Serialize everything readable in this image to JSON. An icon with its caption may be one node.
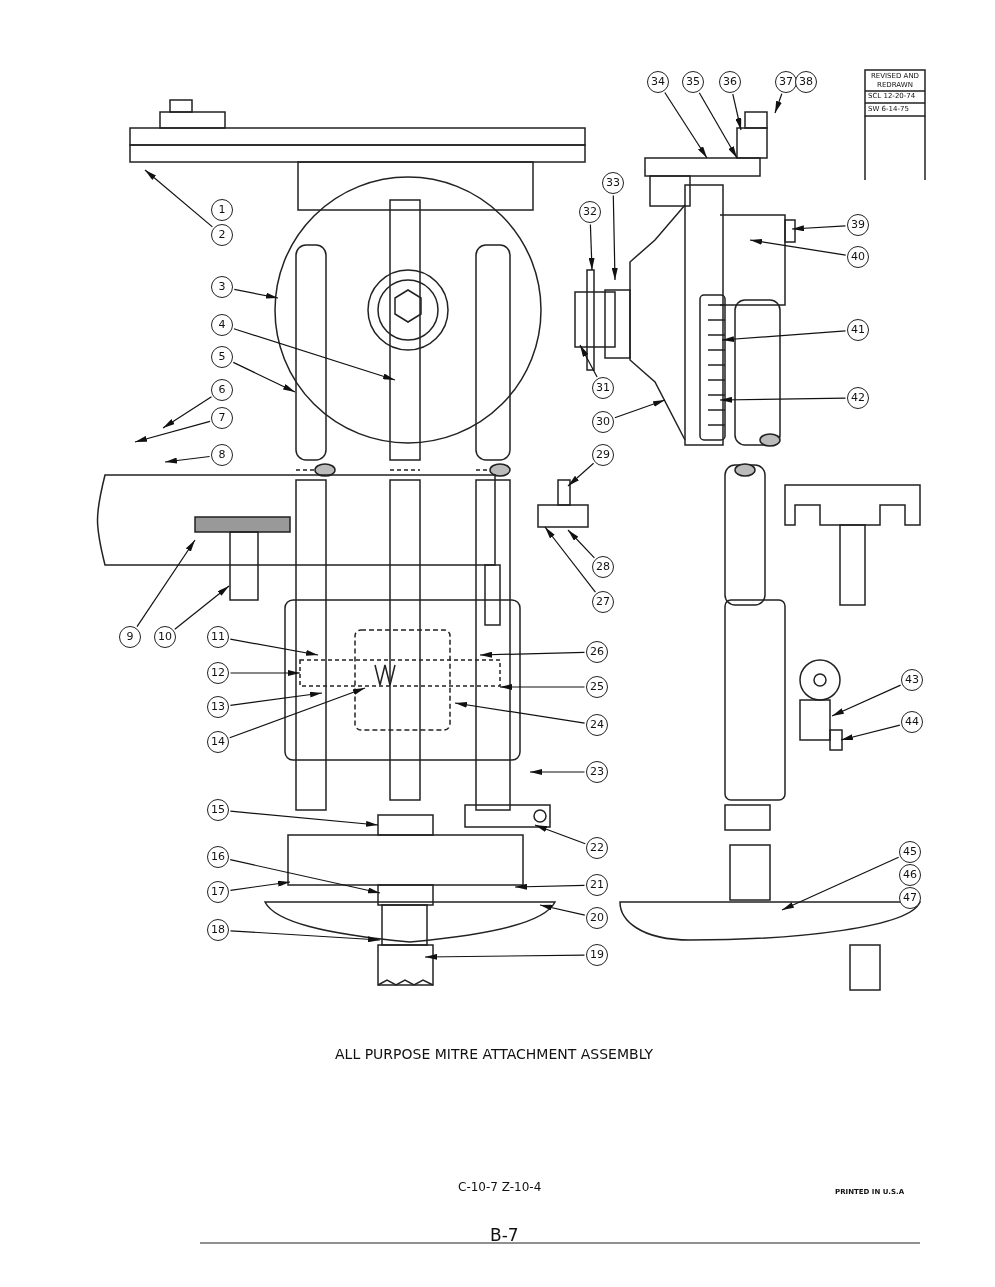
{
  "diagram": {
    "caption": "ALL PURPOSE MITRE ATTACHMENT ASSEMBLY",
    "nodes": [
      {
        "text": [
          "1"
        ]
      },
      {
        "text": [
          "2"
        ]
      },
      {
        "text": [
          "3"
        ]
      },
      {
        "text": [
          "4"
        ]
      },
      {
        "text": [
          "5"
        ]
      },
      {
        "text": [
          "6"
        ]
      },
      {
        "text": [
          "7"
        ]
      },
      {
        "text": [
          "8"
        ]
      },
      {
        "text": [
          "9"
        ]
      },
      {
        "text": [
          "10"
        ]
      },
      {
        "text": [
          "11"
        ]
      },
      {
        "text": [
          "12"
        ]
      },
      {
        "text": [
          "13"
        ]
      },
      {
        "text": [
          "14"
        ]
      },
      {
        "text": [
          "15"
        ]
      },
      {
        "text": [
          "16"
        ]
      },
      {
        "text": [
          "17"
        ]
      },
      {
        "text": [
          "18"
        ]
      },
      {
        "text": [
          "19"
        ]
      },
      {
        "text": [
          "20"
        ]
      },
      {
        "text": [
          "21"
        ]
      },
      {
        "text": [
          "22"
        ]
      },
      {
        "text": [
          "23"
        ]
      },
      {
        "text": [
          "24"
        ]
      },
      {
        "text": [
          "25"
        ]
      },
      {
        "text": [
          "26"
        ]
      },
      {
        "text": [
          "27"
        ]
      },
      {
        "text": [
          "28"
        ]
      },
      {
        "text": [
          "29"
        ]
      },
      {
        "text": [
          "30"
        ]
      },
      {
        "text": [
          "31"
        ]
      },
      {
        "text": [
          "32"
        ]
      },
      {
        "text": [
          "33"
        ]
      },
      {
        "text": [
          "34"
        ]
      },
      {
        "text": [
          "35"
        ]
      },
      {
        "text": [
          "36"
        ]
      },
      {
        "text": [
          "37"
        ]
      },
      {
        "text": [
          "38"
        ]
      },
      {
        "text": [
          "39"
        ]
      },
      {
        "text": [
          "40"
        ]
      },
      {
        "text": [
          "41"
        ]
      },
      {
        "text": [
          "42"
        ]
      },
      {
        "text": [
          "43"
        ]
      },
      {
        "text": [
          "44"
        ]
      },
      {
        "text": [
          "45"
        ]
      },
      {
        "text": [
          "46"
        ]
      },
      {
        "text": [
          "47"
        ]
      }
    ],
    "edges": [
      {
        "from": 1,
        "to": null,
        "arrow": "to"
      },
      {
        "from": 2,
        "to": null,
        "arrow": "to"
      },
      {
        "from": 3,
        "to": null,
        "arrow": "to"
      },
      {
        "from": 4,
        "to": null,
        "arrow": "to"
      },
      {
        "from": 5,
        "to": null,
        "arrow": "to"
      },
      {
        "from": 6,
        "to": null,
        "arrow": "to"
      },
      {
        "from": 7,
        "to": null,
        "arrow": "to"
      },
      {
        "from": 8,
        "to": null,
        "arrow": "to"
      },
      {
        "from": 9,
        "to": null,
        "arrow": "to"
      },
      {
        "from": 10,
        "to": null,
        "arrow": "to"
      },
      {
        "from": 11,
        "to": null,
        "arrow": "to"
      },
      {
        "from": 12,
        "to": null,
        "arrow": "to"
      },
      {
        "from": 13,
        "to": null,
        "arrow": "to"
      },
      {
        "from": 14,
        "to": null,
        "arrow": "to"
      },
      {
        "from": 15,
        "to": null,
        "arrow": "to"
      },
      {
        "from": 16,
        "to": null,
        "arrow": "to"
      },
      {
        "from": 17,
        "to": null,
        "arrow": "to"
      },
      {
        "from": 18,
        "to": null,
        "arrow": "to"
      },
      {
        "from": 19,
        "to": null,
        "arrow": "to"
      },
      {
        "from": 20,
        "to": null,
        "arrow": "to"
      },
      {
        "from": 21,
        "to": null,
        "arrow": "to"
      },
      {
        "from": 22,
        "to": null,
        "arrow": "to"
      },
      {
        "from": 23,
        "to": null,
        "arrow": "to"
      },
      {
        "from": 24,
        "to": null,
        "arrow": "to"
      },
      {
        "from": 25,
        "to": null,
        "arrow": "to"
      },
      {
        "from": 26,
        "to": null,
        "arrow": "to"
      },
      {
        "from": 27,
        "to": null,
        "arrow": "to"
      },
      {
        "from": 28,
        "to": null,
        "arrow": "to"
      },
      {
        "from": 29,
        "to": null,
        "arrow": "to"
      },
      {
        "from": 30,
        "to": null,
        "arrow": "to"
      },
      {
        "from": 31,
        "to": null,
        "arrow": "to"
      },
      {
        "from": 32,
        "to": null,
        "arrow": "to"
      },
      {
        "from": 33,
        "to": null,
        "arrow": "to"
      },
      {
        "from": 34,
        "to": null,
        "arrow": "to"
      },
      {
        "from": 35,
        "to": null,
        "arrow": "to"
      },
      {
        "from": 36,
        "to": null,
        "arrow": "to"
      },
      {
        "from": 38,
        "to": null,
        "arrow": "to"
      },
      {
        "from": 39,
        "to": null,
        "arrow": "to"
      },
      {
        "from": 40,
        "to": null,
        "arrow": "to"
      },
      {
        "from": 41,
        "to": null,
        "arrow": "to"
      },
      {
        "from": 42,
        "to": null,
        "arrow": "to"
      },
      {
        "from": 43,
        "to": null,
        "arrow": "to"
      },
      {
        "from": 44,
        "to": null,
        "arrow": "to"
      }
    ],
    "labels": [
      "REVISED AND REDRAWN",
      "SCL 12-20-74",
      "SW 6-14-75",
      "C-10-7 Z-10-4",
      "PRINTED IN U.S.A",
      "B-7"
    ]
  }
}
